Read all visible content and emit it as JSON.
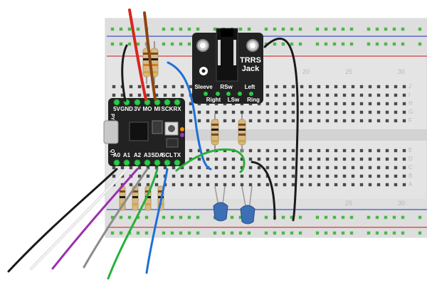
{
  "breadboard": {
    "column_numbers": [
      "20",
      "25",
      "30"
    ],
    "column_numbers_bottom": [
      "30"
    ],
    "row_letters_top": [
      "J",
      "I",
      "H",
      "G",
      "F"
    ],
    "row_letters_bottom": [
      "E",
      "D",
      "C",
      "B",
      "A"
    ]
  },
  "trrs_breakout": {
    "title_line1": "TRRS",
    "title_line2": "Jack",
    "pins_top": [
      "Sleeve",
      "RSw",
      "Left"
    ],
    "pins_bottom": [
      "Right",
      "LSw",
      "Ring"
    ]
  },
  "qt_py": {
    "top_pins": [
      "5V",
      "GND",
      "3V",
      "MO",
      "MI",
      "SCK",
      "RX"
    ],
    "bottom_pins": [
      "A0",
      "A1",
      "A2",
      "A3",
      "SDA",
      "SCL",
      "TX"
    ],
    "edge_label_top": "PY",
    "edge_label_bottom": "QT"
  },
  "colors": {
    "wire_red": "#d7261e",
    "wire_brown": "#8b4513",
    "wire_blue": "#1e6fd9",
    "wire_green": "#27b03a",
    "wire_purple": "#9b2fae",
    "wire_gray": "#8c8c8c",
    "wire_white": "#f4f4f4",
    "wire_black": "#1b1b1b",
    "pcb_black": "#222222",
    "capacitor": "#3d6fb6",
    "rail_red": "#d33c3c",
    "rail_blue": "#3c55c8",
    "breadboard": "#e6e6e6"
  }
}
